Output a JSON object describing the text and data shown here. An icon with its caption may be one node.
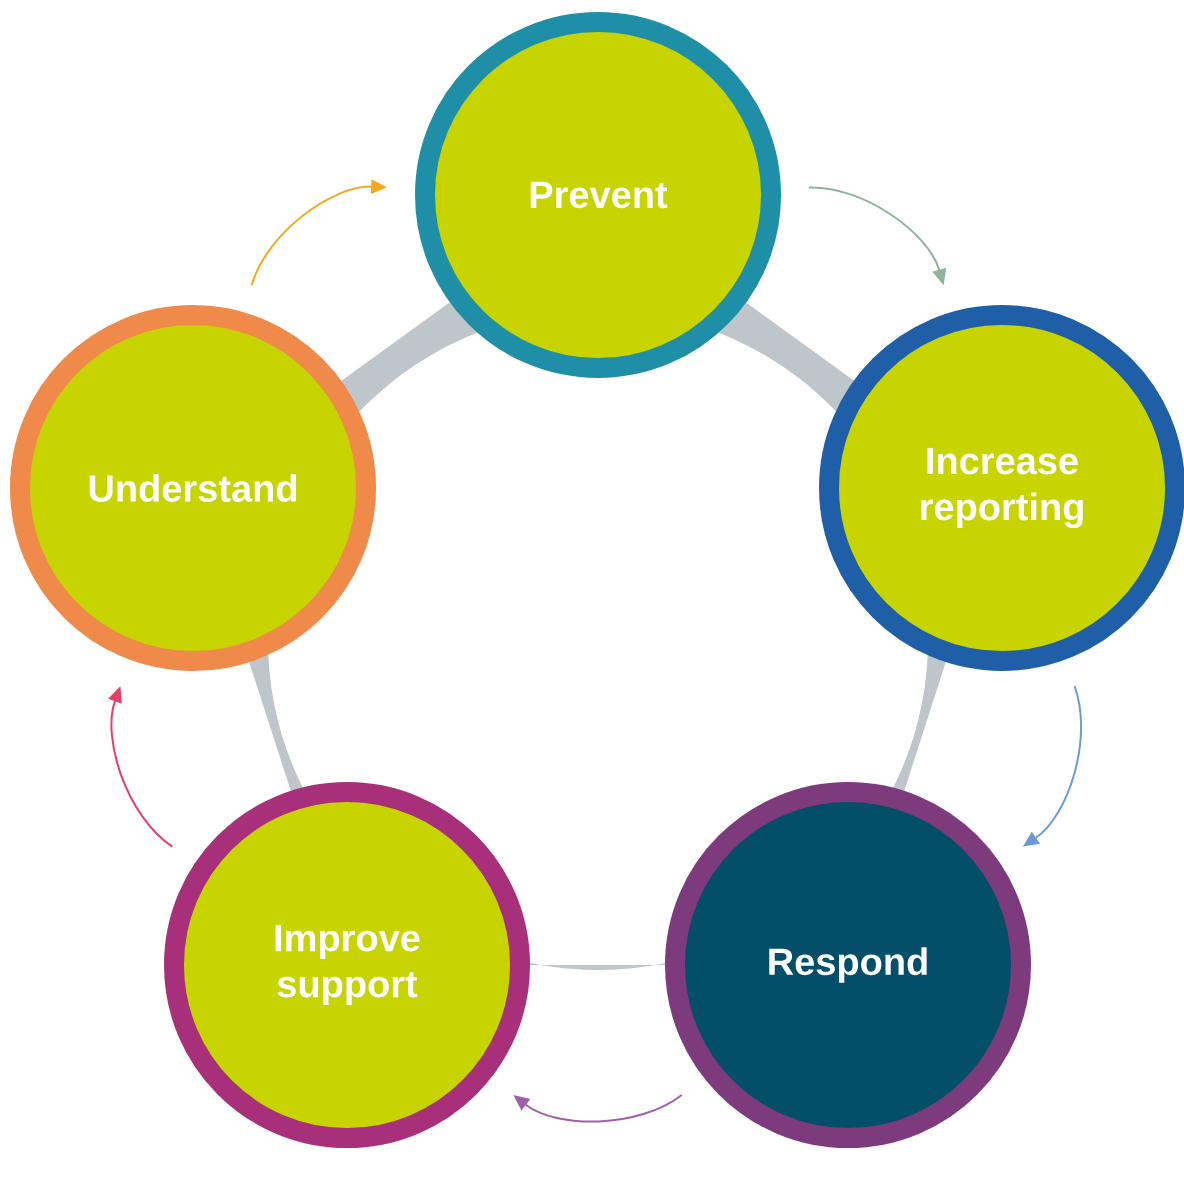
{
  "diagram": {
    "nodes": [
      {
        "text": [
          "Prevent"
        ]
      },
      {
        "text": [
          "Increase reporting"
        ]
      },
      {
        "text": [
          "Respond"
        ]
      },
      {
        "text": [
          "Improve support"
        ]
      },
      {
        "text": [
          "Understand"
        ]
      }
    ],
    "edges": [
      {
        "from": 4,
        "to": 0,
        "arrow": "to",
        "color": "#f5a81c"
      },
      {
        "from": 0,
        "to": 1,
        "arrow": "to",
        "color": "#8fb39a"
      },
      {
        "from": 1,
        "to": 2,
        "arrow": "to",
        "color": "#6b9bd6"
      },
      {
        "from": 2,
        "to": 3,
        "arrow": "to",
        "color": "#a060a8"
      },
      {
        "from": 3,
        "to": 4,
        "arrow": "to",
        "color": "#e4406a"
      }
    ]
  }
}
